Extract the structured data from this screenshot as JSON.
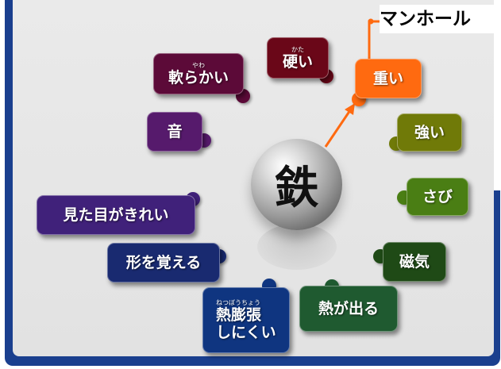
{
  "title": "マンホール",
  "center": {
    "label": "鉄"
  },
  "nodes": {
    "soft": {
      "ruby": "やわ",
      "label": "軟らかい",
      "color": "#5c0a38"
    },
    "hard": {
      "ruby": "かた",
      "label": "硬い",
      "color": "#6a0718"
    },
    "heavy": {
      "label": "重い",
      "color": "#ff6a10"
    },
    "sound": {
      "label": "音",
      "color": "#561a6c"
    },
    "strong": {
      "label": "強い",
      "color": "#707a08"
    },
    "rust": {
      "label": "さび",
      "color": "#4a7e14"
    },
    "pretty": {
      "label": "見た目がきれい",
      "color": "#40217a"
    },
    "shape": {
      "label": "形を覚える",
      "color": "#192a70"
    },
    "magnetic": {
      "label": "磁気",
      "color": "#1f4a16"
    },
    "thermal": {
      "ruby": "ねつぼうちょう",
      "label": "熱膨張",
      "label2": "しにくい",
      "color": "#0f3580"
    },
    "heat": {
      "label": "熱が出る",
      "color": "#1f5a30"
    }
  },
  "colors": {
    "frame": "#1a3f8e",
    "accent": "#ff6a10",
    "panel": "#e6e6e6"
  }
}
